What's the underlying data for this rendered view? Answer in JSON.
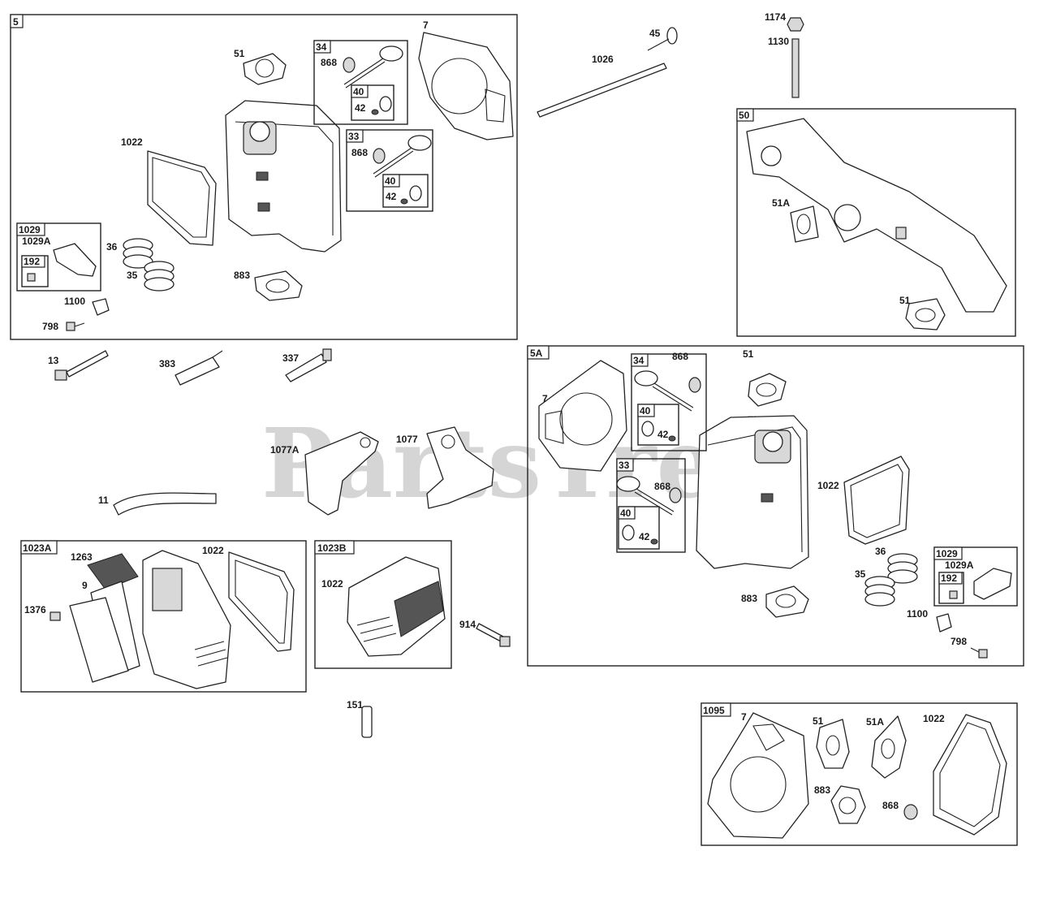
{
  "watermark": {
    "text": "PartsTree",
    "trademark": "™"
  },
  "sections": {
    "s5": {
      "tag": "5",
      "parts": {
        "p51": "51",
        "p7": "7",
        "p1022": "1022",
        "p36": "36",
        "p35": "35",
        "p883": "883",
        "p1100": "1100",
        "p798": "798"
      },
      "sub34": {
        "tag": "34",
        "p868": "868",
        "sub40": {
          "tag": "40",
          "p42": "42"
        }
      },
      "sub33": {
        "tag": "33",
        "p868": "868",
        "sub40": {
          "tag": "40",
          "p42": "42"
        }
      },
      "sub1029": {
        "tag": "1029",
        "p1029a": "1029A",
        "sub192": {
          "tag": "192"
        }
      }
    },
    "s50": {
      "tag": "50",
      "p51a": "51A",
      "p51": "51"
    },
    "s5a": {
      "tag": "5A",
      "parts": {
        "p7": "7",
        "p51": "51",
        "p1022": "1022",
        "p36": "36",
        "p35": "35",
        "p883": "883",
        "p1100": "1100",
        "p798": "798"
      },
      "sub34": {
        "tag": "34",
        "p868": "868",
        "sub40": {
          "tag": "40",
          "p42": "42"
        }
      },
      "sub33": {
        "tag": "33",
        "p868": "868",
        "sub40": {
          "tag": "40",
          "p42": "42"
        }
      },
      "sub1029": {
        "tag": "1029",
        "p1029a": "1029A",
        "sub192": {
          "tag": "192"
        }
      }
    },
    "s1023a": {
      "tag": "1023A",
      "p1263": "1263",
      "p1022": "1022",
      "p9": "9",
      "p1376": "1376"
    },
    "s1023b": {
      "tag": "1023B",
      "p1022": "1022"
    },
    "s1095": {
      "tag": "1095",
      "p7": "7",
      "p51": "51",
      "p51a": "51A",
      "p1022": "1022",
      "p883": "883",
      "p868": "868"
    }
  },
  "loose": {
    "p1174": "1174",
    "p1130": "1130",
    "p45": "45",
    "p1026": "1026",
    "p13": "13",
    "p383": "383",
    "p337": "337",
    "p1077a": "1077A",
    "p1077": "1077",
    "p11": "11",
    "p914": "914",
    "p151": "151"
  }
}
